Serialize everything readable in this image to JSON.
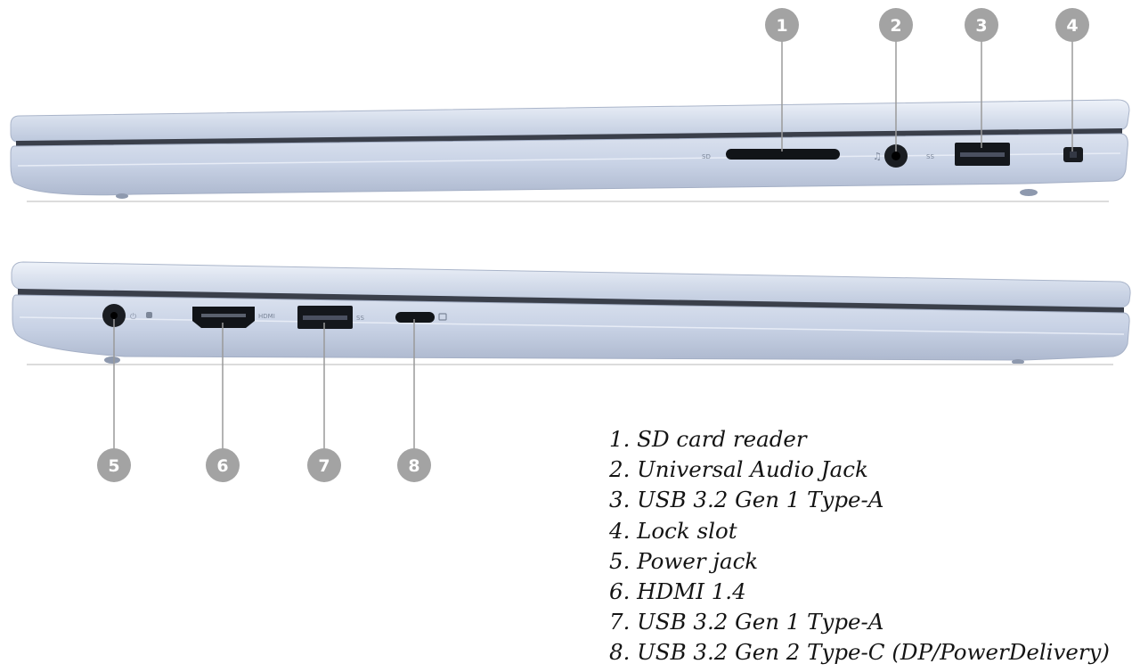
{
  "callouts": [
    "1",
    "2",
    "3",
    "4",
    "5",
    "6",
    "7",
    "8"
  ],
  "port_marks": {
    "sd": "SD",
    "hdmi": "HDMI",
    "ss_right": "SS",
    "ss_left": "SS"
  },
  "legend": [
    "1. SD card reader",
    "2. Universal Audio Jack",
    "3. USB 3.2 Gen 1 Type-A",
    "4. Lock slot",
    "5. Power jack",
    "6. HDMI 1.4",
    "7. USB 3.2 Gen 1 Type-A",
    "8. USB 3.2 Gen 2 Type-C (DP/PowerDelivery)"
  ],
  "colors": {
    "chassis": "#c9d3e6",
    "chassis_light": "#e3e9f4",
    "port": "#111418",
    "callout": "#a3a3a3",
    "leader": "#9a9a9a",
    "text": "#141414"
  }
}
